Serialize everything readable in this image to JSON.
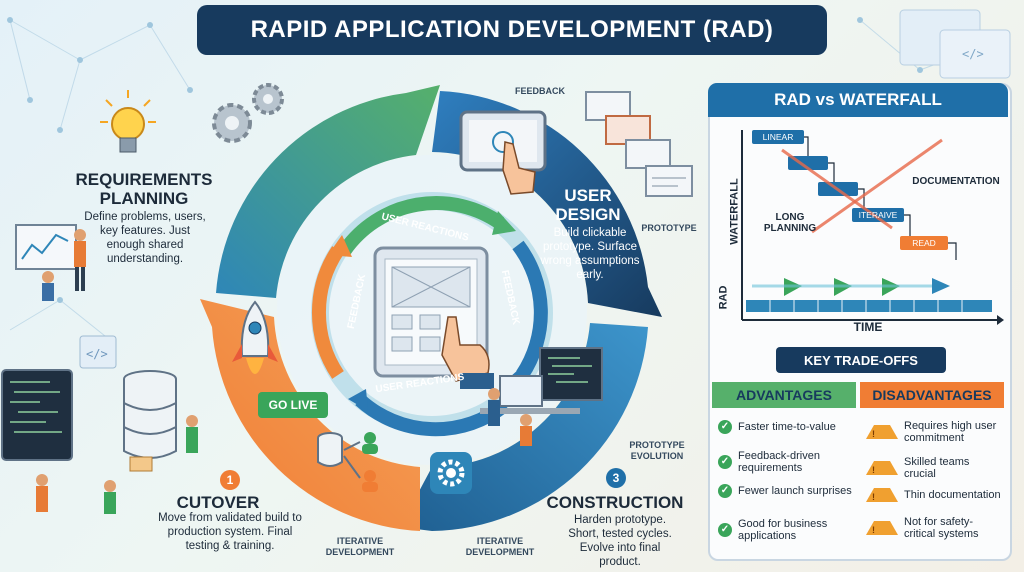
{
  "title": "RAPID APPLICATION DEVELOPMENT (RAD)",
  "phases": {
    "requirements": {
      "title": "REQUIREMENTS PLANNING",
      "desc": "Define problems, users, key features. Just enough shared understanding."
    },
    "user_design": {
      "title": "USER DESIGN",
      "desc": "Build clickable prototype. Surface wrong assumptions early."
    },
    "construction": {
      "title": "CONSTRUCTION",
      "number": "3",
      "desc": "Harden prototype. Short, tested cycles. Evolve into final product."
    },
    "cutover": {
      "title": "CUTOVER",
      "number": "1",
      "desc": "Move from validated build to production system. Final testing & training."
    }
  },
  "labels": {
    "feedback_top": "FEEDBACK",
    "prototype": "PROTOTYPE",
    "prototype_evolution": "PROTOTYPE EVOLUTION",
    "iterative_left": "ITERATIVE DEVELOPMENT",
    "iterative_right": "ITERATIVE DEVELOPMENT",
    "go_live": "GO LIVE",
    "inner_user_reactions_top": "USER REACTIONS",
    "inner_user_reactions_bottom": "USER REACTIONS",
    "inner_feedback_left": "FEEDBACK",
    "inner_feedback_right": "FEEDBACK"
  },
  "comparison": {
    "title": "RAD vs WATERFALL",
    "waterfall_label": "WATERFALL",
    "rad_label": "RAD",
    "time_label": "TIME",
    "documentation": "DOCUMENTATION",
    "long_planning": "LONG PLANNING",
    "steps": [
      "LINEAR",
      "",
      "",
      "ITERAIVE",
      "READ"
    ]
  },
  "tradeoffs": {
    "title": "KEY TRADE-OFFS",
    "advantages_title": "ADVANTAGES",
    "disadvantages_title": "DISADVANTAGES",
    "advantages": [
      "Faster time-to-value",
      "Feedback-driven requirements",
      "Fewer launch surprises",
      "Good for business applications"
    ],
    "disadvantages": [
      "Requires high user commitment",
      "Skilled teams crucial",
      "Thin documentation",
      "Not for safety-critical systems"
    ]
  },
  "colors": {
    "navy": "#173a5e",
    "blue": "#1f6fa8",
    "green": "#56b06b",
    "orange": "#f07d34",
    "teal": "#2e86b8"
  }
}
